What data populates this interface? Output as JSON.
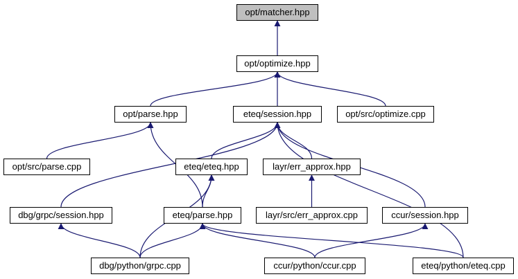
{
  "colors": {
    "edge": "#191970",
    "root_fill": "#bfbfbf",
    "node_fill": "#ffffff",
    "node_border": "#000000"
  },
  "nodes": [
    {
      "id": "opt_matcher",
      "label": "opt/matcher.hpp",
      "root": true
    },
    {
      "id": "opt_optimize",
      "label": "opt/optimize.hpp"
    },
    {
      "id": "opt_parse",
      "label": "opt/parse.hpp"
    },
    {
      "id": "eteq_session",
      "label": "eteq/session.hpp"
    },
    {
      "id": "opt_src_optimize",
      "label": "opt/src/optimize.cpp"
    },
    {
      "id": "opt_src_parse",
      "label": "opt/src/parse.cpp"
    },
    {
      "id": "eteq_eteq",
      "label": "eteq/eteq.hpp"
    },
    {
      "id": "layr_err_approx",
      "label": "layr/err_approx.hpp"
    },
    {
      "id": "dbg_grpc_session",
      "label": "dbg/grpc/session.hpp"
    },
    {
      "id": "eteq_parse",
      "label": "eteq/parse.hpp"
    },
    {
      "id": "layr_src_err_approx",
      "label": "layr/src/err_approx.cpp"
    },
    {
      "id": "ccur_session",
      "label": "ccur/session.hpp"
    },
    {
      "id": "dbg_python_grpc",
      "label": "dbg/python/grpc.cpp"
    },
    {
      "id": "ccur_python_ccur",
      "label": "ccur/python/ccur.cpp"
    },
    {
      "id": "eteq_python_eteq",
      "label": "eteq/python/eteq.cpp"
    }
  ],
  "edges": [
    [
      "opt_optimize",
      "opt_matcher"
    ],
    [
      "opt_parse",
      "opt_optimize"
    ],
    [
      "eteq_session",
      "opt_optimize"
    ],
    [
      "opt_src_optimize",
      "opt_optimize"
    ],
    [
      "opt_src_parse",
      "opt_parse"
    ],
    [
      "eteq_parse",
      "opt_parse"
    ],
    [
      "dbg_grpc_session",
      "eteq_session"
    ],
    [
      "eteq_eteq",
      "eteq_session"
    ],
    [
      "layr_err_approx",
      "eteq_session"
    ],
    [
      "ccur_session",
      "eteq_session"
    ],
    [
      "eteq_python_eteq",
      "eteq_session"
    ],
    [
      "dbg_python_grpc",
      "eteq_eteq"
    ],
    [
      "eteq_parse",
      "eteq_eteq"
    ],
    [
      "layr_src_err_approx",
      "layr_err_approx"
    ],
    [
      "dbg_python_grpc",
      "dbg_grpc_session"
    ],
    [
      "dbg_python_grpc",
      "eteq_parse"
    ],
    [
      "ccur_python_ccur",
      "eteq_parse"
    ],
    [
      "eteq_python_eteq",
      "eteq_parse"
    ],
    [
      "ccur_python_ccur",
      "ccur_session"
    ]
  ]
}
